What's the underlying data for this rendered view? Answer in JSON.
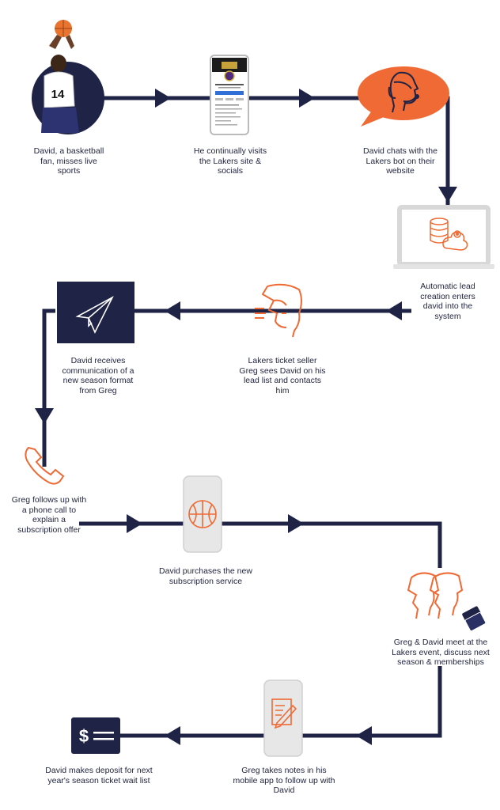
{
  "colors": {
    "navy": "#1f2346",
    "orange": "#ef6a34",
    "light_gray": "#e7e7e7"
  },
  "steps": [
    {
      "icon": "basketball-player-photo",
      "caption": "David, a basketball fan, misses live sports"
    },
    {
      "icon": "phone-screen-icon",
      "caption": "He continually visits the Lakers site & socials"
    },
    {
      "icon": "chatbot-head-icon",
      "caption": "David chats with the Lakers bot on their website"
    },
    {
      "icon": "database-cloud-icon",
      "caption": "Automatic lead creation enters david into the system"
    },
    {
      "icon": "person-head-icon",
      "caption": "Lakers ticket seller Greg sees David on his lead list and contacts him"
    },
    {
      "icon": "paper-plane-icon",
      "caption": "David receives communication of a new season format from Greg"
    },
    {
      "icon": "phone-handset-icon",
      "caption": "Greg follows up with a phone call to explain a subscription offer"
    },
    {
      "icon": "basketball-icon",
      "caption": "David purchases the new subscription service"
    },
    {
      "icon": "two-people-icon",
      "caption": "Greg & David meet at the Lakers event, discuss next season & memberships"
    },
    {
      "icon": "notes-icon",
      "caption": "Greg takes notes in his mobile app to follow up with David"
    },
    {
      "icon": "dollar-icon",
      "caption": "David makes deposit for next year's season ticket wait list"
    }
  ],
  "player_jersey_number": "14",
  "dollar_sign": "$"
}
